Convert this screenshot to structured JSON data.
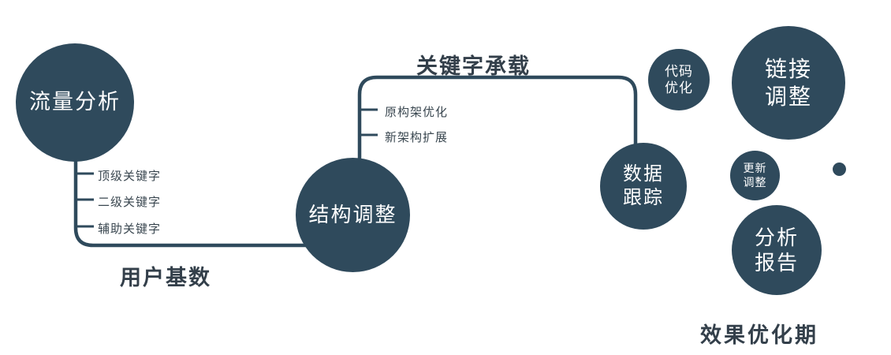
{
  "diagram": {
    "accent_color": "#2f4a5c",
    "nodes": {
      "traffic": {
        "label": "流量分析"
      },
      "structure": {
        "label": "结构调整"
      },
      "tracking": {
        "line1": "数据",
        "line2": "跟踪"
      },
      "code": {
        "line1": "代码",
        "line2": "优化"
      },
      "link": {
        "line1": "链接",
        "line2": "调整"
      },
      "update": {
        "line1": "更新",
        "line2": "调整"
      },
      "report": {
        "line1": "分析",
        "line2": "报告"
      }
    },
    "edge_labels": {
      "user_base": "用户基数",
      "keyword_carry": "关键字承载"
    },
    "branches": {
      "traffic": [
        "顶级关键字",
        "二级关键字",
        "辅助关键字"
      ],
      "structure": [
        "原构架优化",
        "新架构扩展"
      ]
    },
    "footer": "效果优化期"
  }
}
